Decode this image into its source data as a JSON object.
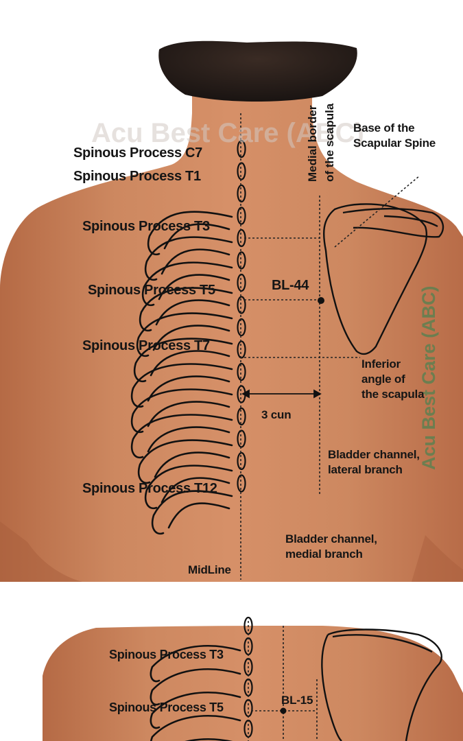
{
  "watermark": {
    "horizontal": "Acu Best Care (ABC)",
    "vertical": "Acu Best Care (ABC)"
  },
  "main_figure": {
    "labels": {
      "c7": "Spinous Process C7",
      "t1": "Spinous Process T1",
      "t3": "Spinous Process T3",
      "t5": "Spinous Process T5",
      "t7": "Spinous Process T7",
      "t12": "Spinous Process T12",
      "medial_border_line1": "Medial border",
      "medial_border_line2": "of the scapula",
      "base_scapular_spine": "Base of the\nScapular Spine",
      "point": "BL-44",
      "inferior_angle": "Inferior\nangle of\nthe scapula",
      "distance": "3 cun",
      "lateral_branch": "Bladder channel,\nlateral branch",
      "medial_branch": "Bladder channel,\nmedial branch",
      "midline": "MidLine"
    }
  },
  "secondary_figure": {
    "labels": {
      "t3": "Spinous Process T3",
      "t5": "Spinous Process T5",
      "point": "BL-15"
    }
  }
}
